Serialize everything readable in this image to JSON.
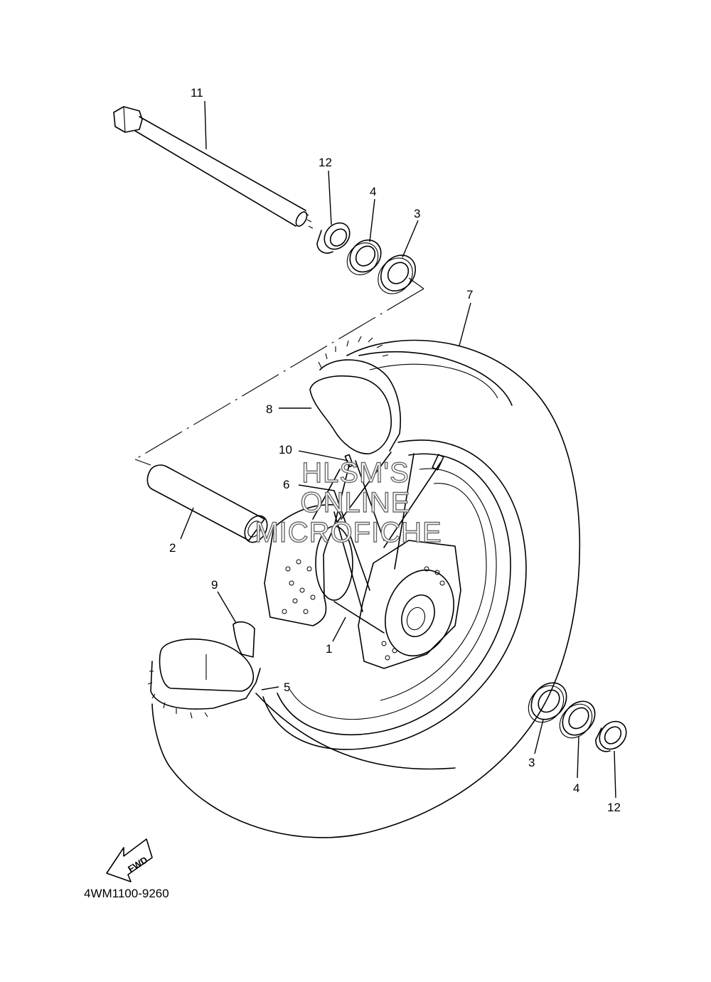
{
  "diagram": {
    "code": "4WM1100-9260",
    "fwd_label": "FWD",
    "watermark": [
      "HLSM'S",
      "ONLINE",
      "MICROFICHE"
    ],
    "callouts": {
      "c1": "1",
      "c2": "2",
      "c3a": "3",
      "c3b": "3",
      "c4a": "4",
      "c4b": "4",
      "c5": "5",
      "c6": "6",
      "c7": "7",
      "c8": "8",
      "c9": "9",
      "c10": "10",
      "c11": "11",
      "c12a": "12",
      "c12b": "12"
    }
  }
}
